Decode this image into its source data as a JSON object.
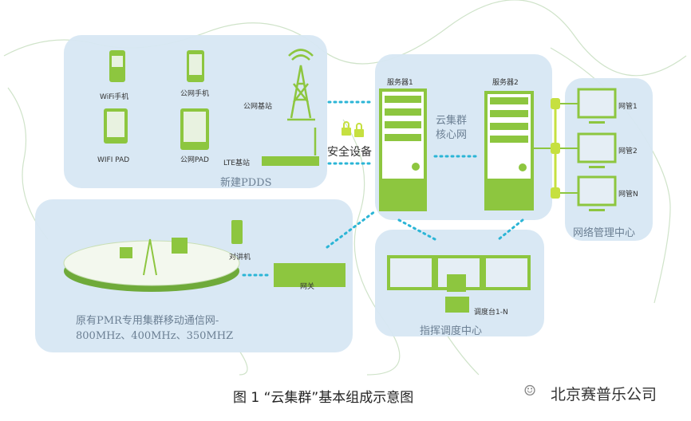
{
  "pdds": {
    "title": "新建PDDS",
    "wifi_phone": "WiFi手机",
    "public_phone": "公网手机",
    "wifi_pad": "WIFI PAD",
    "public_pad": "公网PAD",
    "public_station": "公网基站",
    "lte_station": "LTE基站"
  },
  "security": {
    "label": "安全设备"
  },
  "core": {
    "server1": "服务器1",
    "server2": "服务器2",
    "title_line1": "云集群",
    "title_line2": "核心网"
  },
  "nms": {
    "title": "网络管理中心",
    "terminals": [
      "网管1",
      "网管2",
      "网管N"
    ]
  },
  "pmr": {
    "walkie": "对讲机",
    "gateway": "网关",
    "title_line1": "原有PMR专用集群移动通信网-",
    "title_line2": "800MHz、400MHz、350MHZ"
  },
  "dispatch": {
    "consoles": "调度台1-N",
    "title": "指挥调度中心"
  },
  "caption": "图 1 “云集群”基本组成示意图",
  "watermark": "北京赛普乐公司",
  "colors": {
    "green": "#8dc63f",
    "box": "#d7e7f3",
    "dots": "#2bb5d6"
  }
}
